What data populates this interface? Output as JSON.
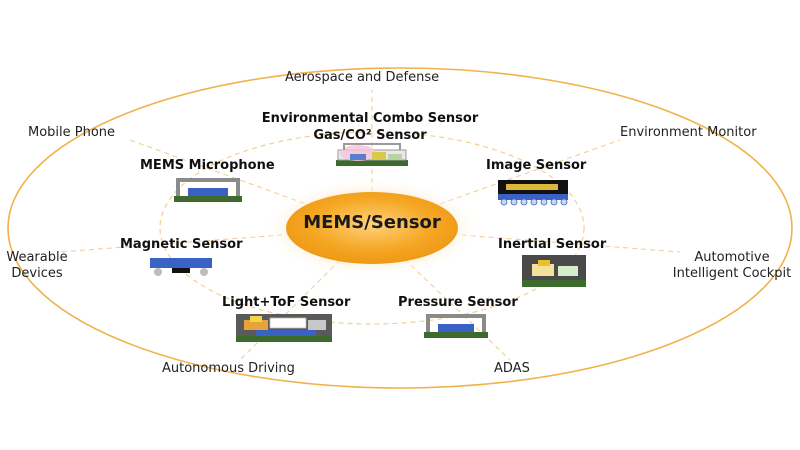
{
  "center": {
    "label": "MEMS/Sensor"
  },
  "applications": {
    "aerospace": "Aerospace and Defense",
    "mobile_phone": "Mobile Phone",
    "environment_monitor": "Environment Monitor",
    "wearable_line1": "Wearable",
    "wearable_line2": "Devices",
    "automotive_line1": "Automotive",
    "automotive_line2": "Intelligent Cockpit",
    "autonomous_driving": "Autonomous Driving",
    "adas": "ADAS"
  },
  "sensors": {
    "environmental_line1": "Environmental Combo Sensor",
    "environmental_line2": "Gas/CO² Sensor",
    "mems_microphone": "MEMS Microphone",
    "image_sensor": "Image Sensor",
    "magnetic_sensor": "Magnetic Sensor",
    "inertial_sensor": "Inertial Sensor",
    "light_tof_sensor": "Light+ToF Sensor",
    "pressure_sensor": "Pressure Sensor"
  },
  "colors": {
    "ring": "#f0b24a",
    "center_fill": "#f5a623",
    "center_glow": "#fbd58a",
    "pcb_green": "#3d6b2e",
    "chip_blue": "#3a62c4",
    "lid_gray": "#8a8a8a"
  }
}
